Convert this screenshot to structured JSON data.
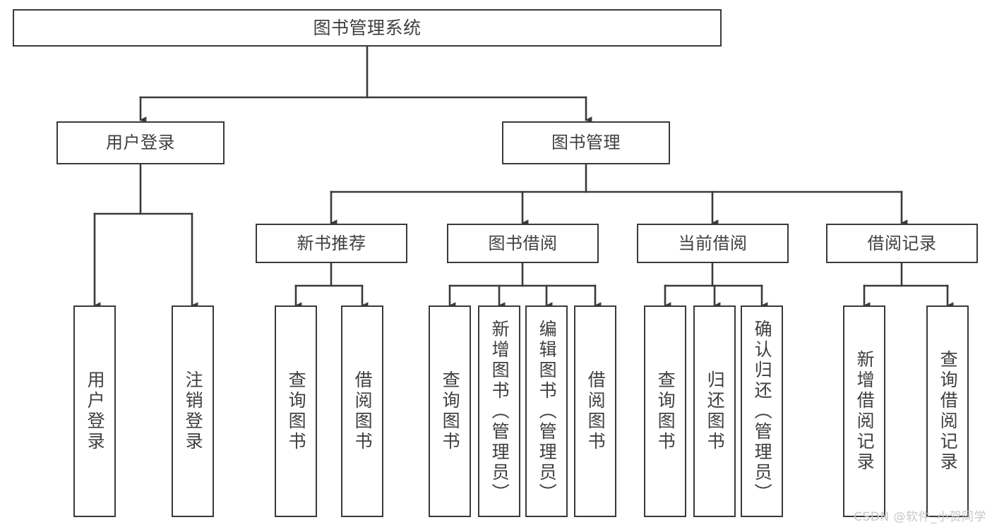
{
  "diagram": {
    "title": "图书管理系统",
    "type": "tree",
    "orientation": "top-down",
    "colors": {
      "box_border": "#3a3a3a",
      "box_fill": "#ffffff",
      "text": "#3f3f3f",
      "edge": "#3a3a3a",
      "background": "#ffffff",
      "watermark": "#c7c7c7"
    },
    "root": {
      "label": "图书管理系统"
    },
    "level2": [
      {
        "label": "用户登录"
      },
      {
        "label": "图书管理"
      }
    ],
    "level3": [
      {
        "label": "新书推荐"
      },
      {
        "label": "图书借阅"
      },
      {
        "label": "当前借阅"
      },
      {
        "label": "借阅记录"
      }
    ],
    "leaves": {
      "user_login": [
        {
          "label": "用户登录"
        },
        {
          "label": "注销登录"
        }
      ],
      "new_book_recommend": [
        {
          "label": "查询图书"
        },
        {
          "label": "借阅图书"
        }
      ],
      "book_borrow": [
        {
          "label": "查询图书"
        },
        {
          "label": "新增图书（管理员）"
        },
        {
          "label": "编辑图书（管理员）"
        },
        {
          "label": "借阅图书"
        }
      ],
      "current_borrow": [
        {
          "label": "查询图书"
        },
        {
          "label": "归还图书"
        },
        {
          "label": "确认归还（管理员）"
        }
      ],
      "borrow_record": [
        {
          "label": "新增借阅记录"
        },
        {
          "label": "查询借阅记录"
        }
      ]
    }
  },
  "watermark": {
    "text": "CSDN @软件_小贺同学"
  }
}
